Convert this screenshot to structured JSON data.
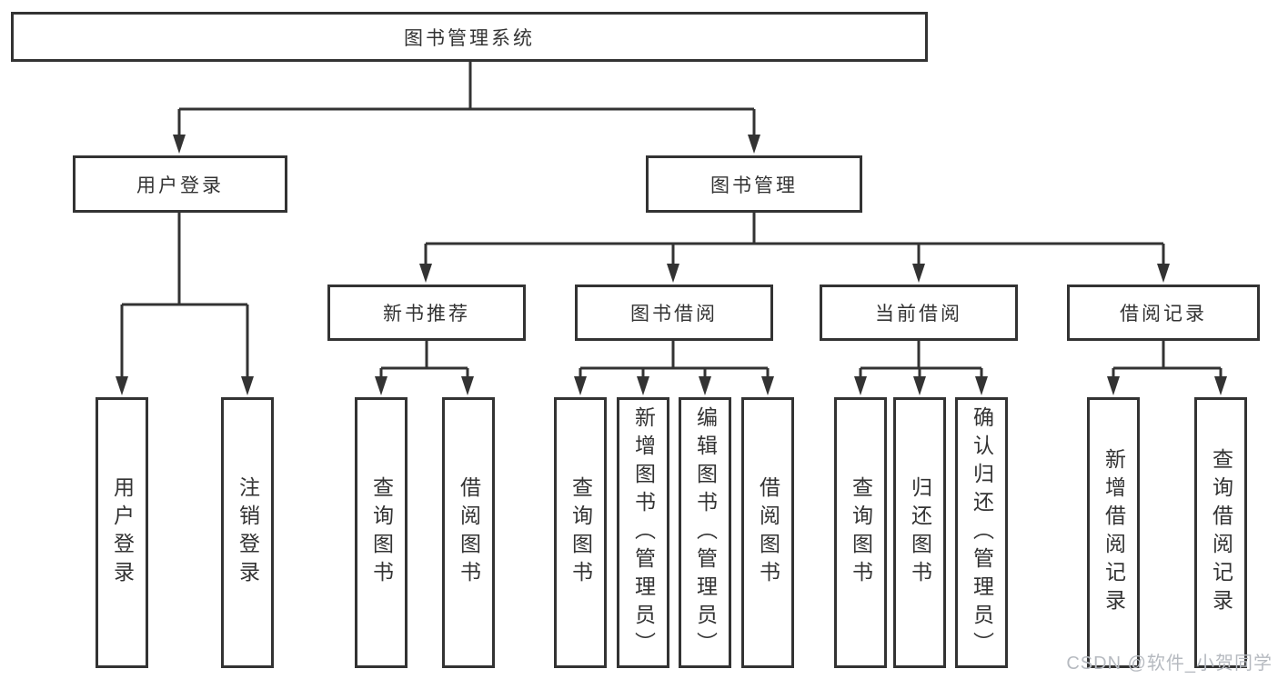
{
  "diagram": {
    "root_label": "图书管理系统",
    "branches": [
      {
        "label": "用户登录",
        "children": [
          {
            "label": "用户登录"
          },
          {
            "label": "注销登录"
          }
        ]
      },
      {
        "label": "图书管理",
        "children": [
          {
            "label": "新书推荐",
            "children": [
              {
                "label": "查询图书"
              },
              {
                "label": "借阅图书"
              }
            ]
          },
          {
            "label": "图书借阅",
            "children": [
              {
                "label": "查询图书"
              },
              {
                "label": "新增图书（管理员）"
              },
              {
                "label": "编辑图书（管理员）"
              },
              {
                "label": "借阅图书"
              }
            ]
          },
          {
            "label": "当前借阅",
            "children": [
              {
                "label": "查询图书"
              },
              {
                "label": "归还图书"
              },
              {
                "label": "确认归还（管理员）"
              }
            ]
          },
          {
            "label": "借阅记录",
            "children": [
              {
                "label": "新增借阅记录"
              },
              {
                "label": "查询借阅记录"
              }
            ]
          }
        ]
      }
    ]
  },
  "watermark": {
    "text": "CSDN @软件_小贺同学"
  },
  "colors": {
    "line": "#333333",
    "text": "#333333",
    "watermark": "#b6bac0",
    "background": "#ffffff"
  }
}
